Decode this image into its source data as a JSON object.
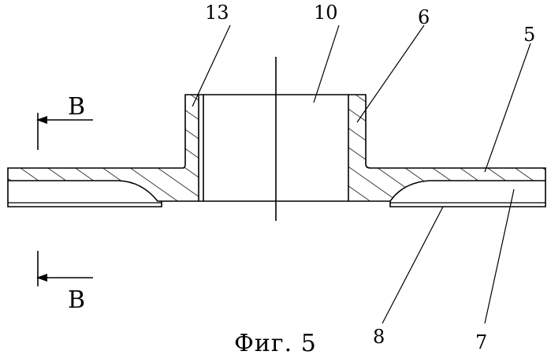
{
  "labels": {
    "part_13": "13",
    "part_10": "10",
    "part_6": "6",
    "part_5": "5",
    "part_8": "8",
    "part_7": "7",
    "section_top": "B",
    "section_bottom": "B"
  },
  "caption": "Фиг. 5"
}
